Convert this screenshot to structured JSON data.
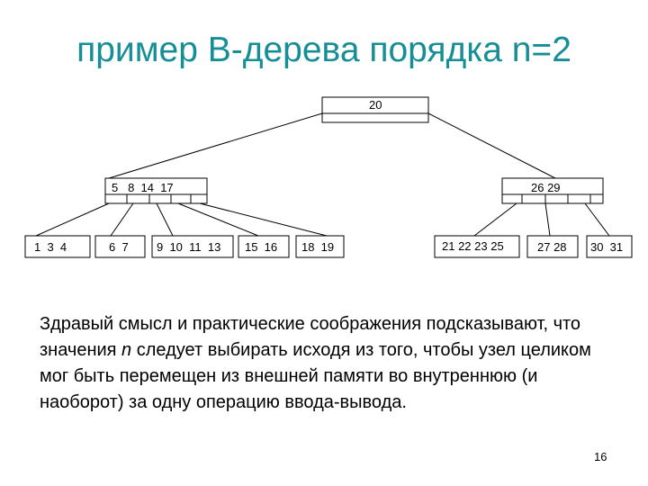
{
  "title": "пример B-дерева порядка n=2",
  "tree": {
    "root": {
      "label": "20"
    },
    "level1": [
      {
        "label": "5   8  14  17"
      },
      {
        "label": "26 29"
      }
    ],
    "leaves": [
      {
        "label": "1  3  4"
      },
      {
        "label": "6  7"
      },
      {
        "label": "9  10  11  13"
      },
      {
        "label": "15  16"
      },
      {
        "label": "18  19"
      },
      {
        "label": "21 22 23 25"
      },
      {
        "label": "27 28"
      },
      {
        "label": "30  31"
      }
    ]
  },
  "body": {
    "part1": "Здравый смысл и практические соображения подсказывают, что значения ",
    "italic_n": "n",
    "part2": " следует выбирать исходя из того, чтобы узел целиком мог быть перемещен из внешней памяти во внутреннюю (и наоборот) за одну операцию ввода-вывода."
  },
  "page_number": "16",
  "colors": {
    "title": "#168e96",
    "line": "#000000"
  }
}
